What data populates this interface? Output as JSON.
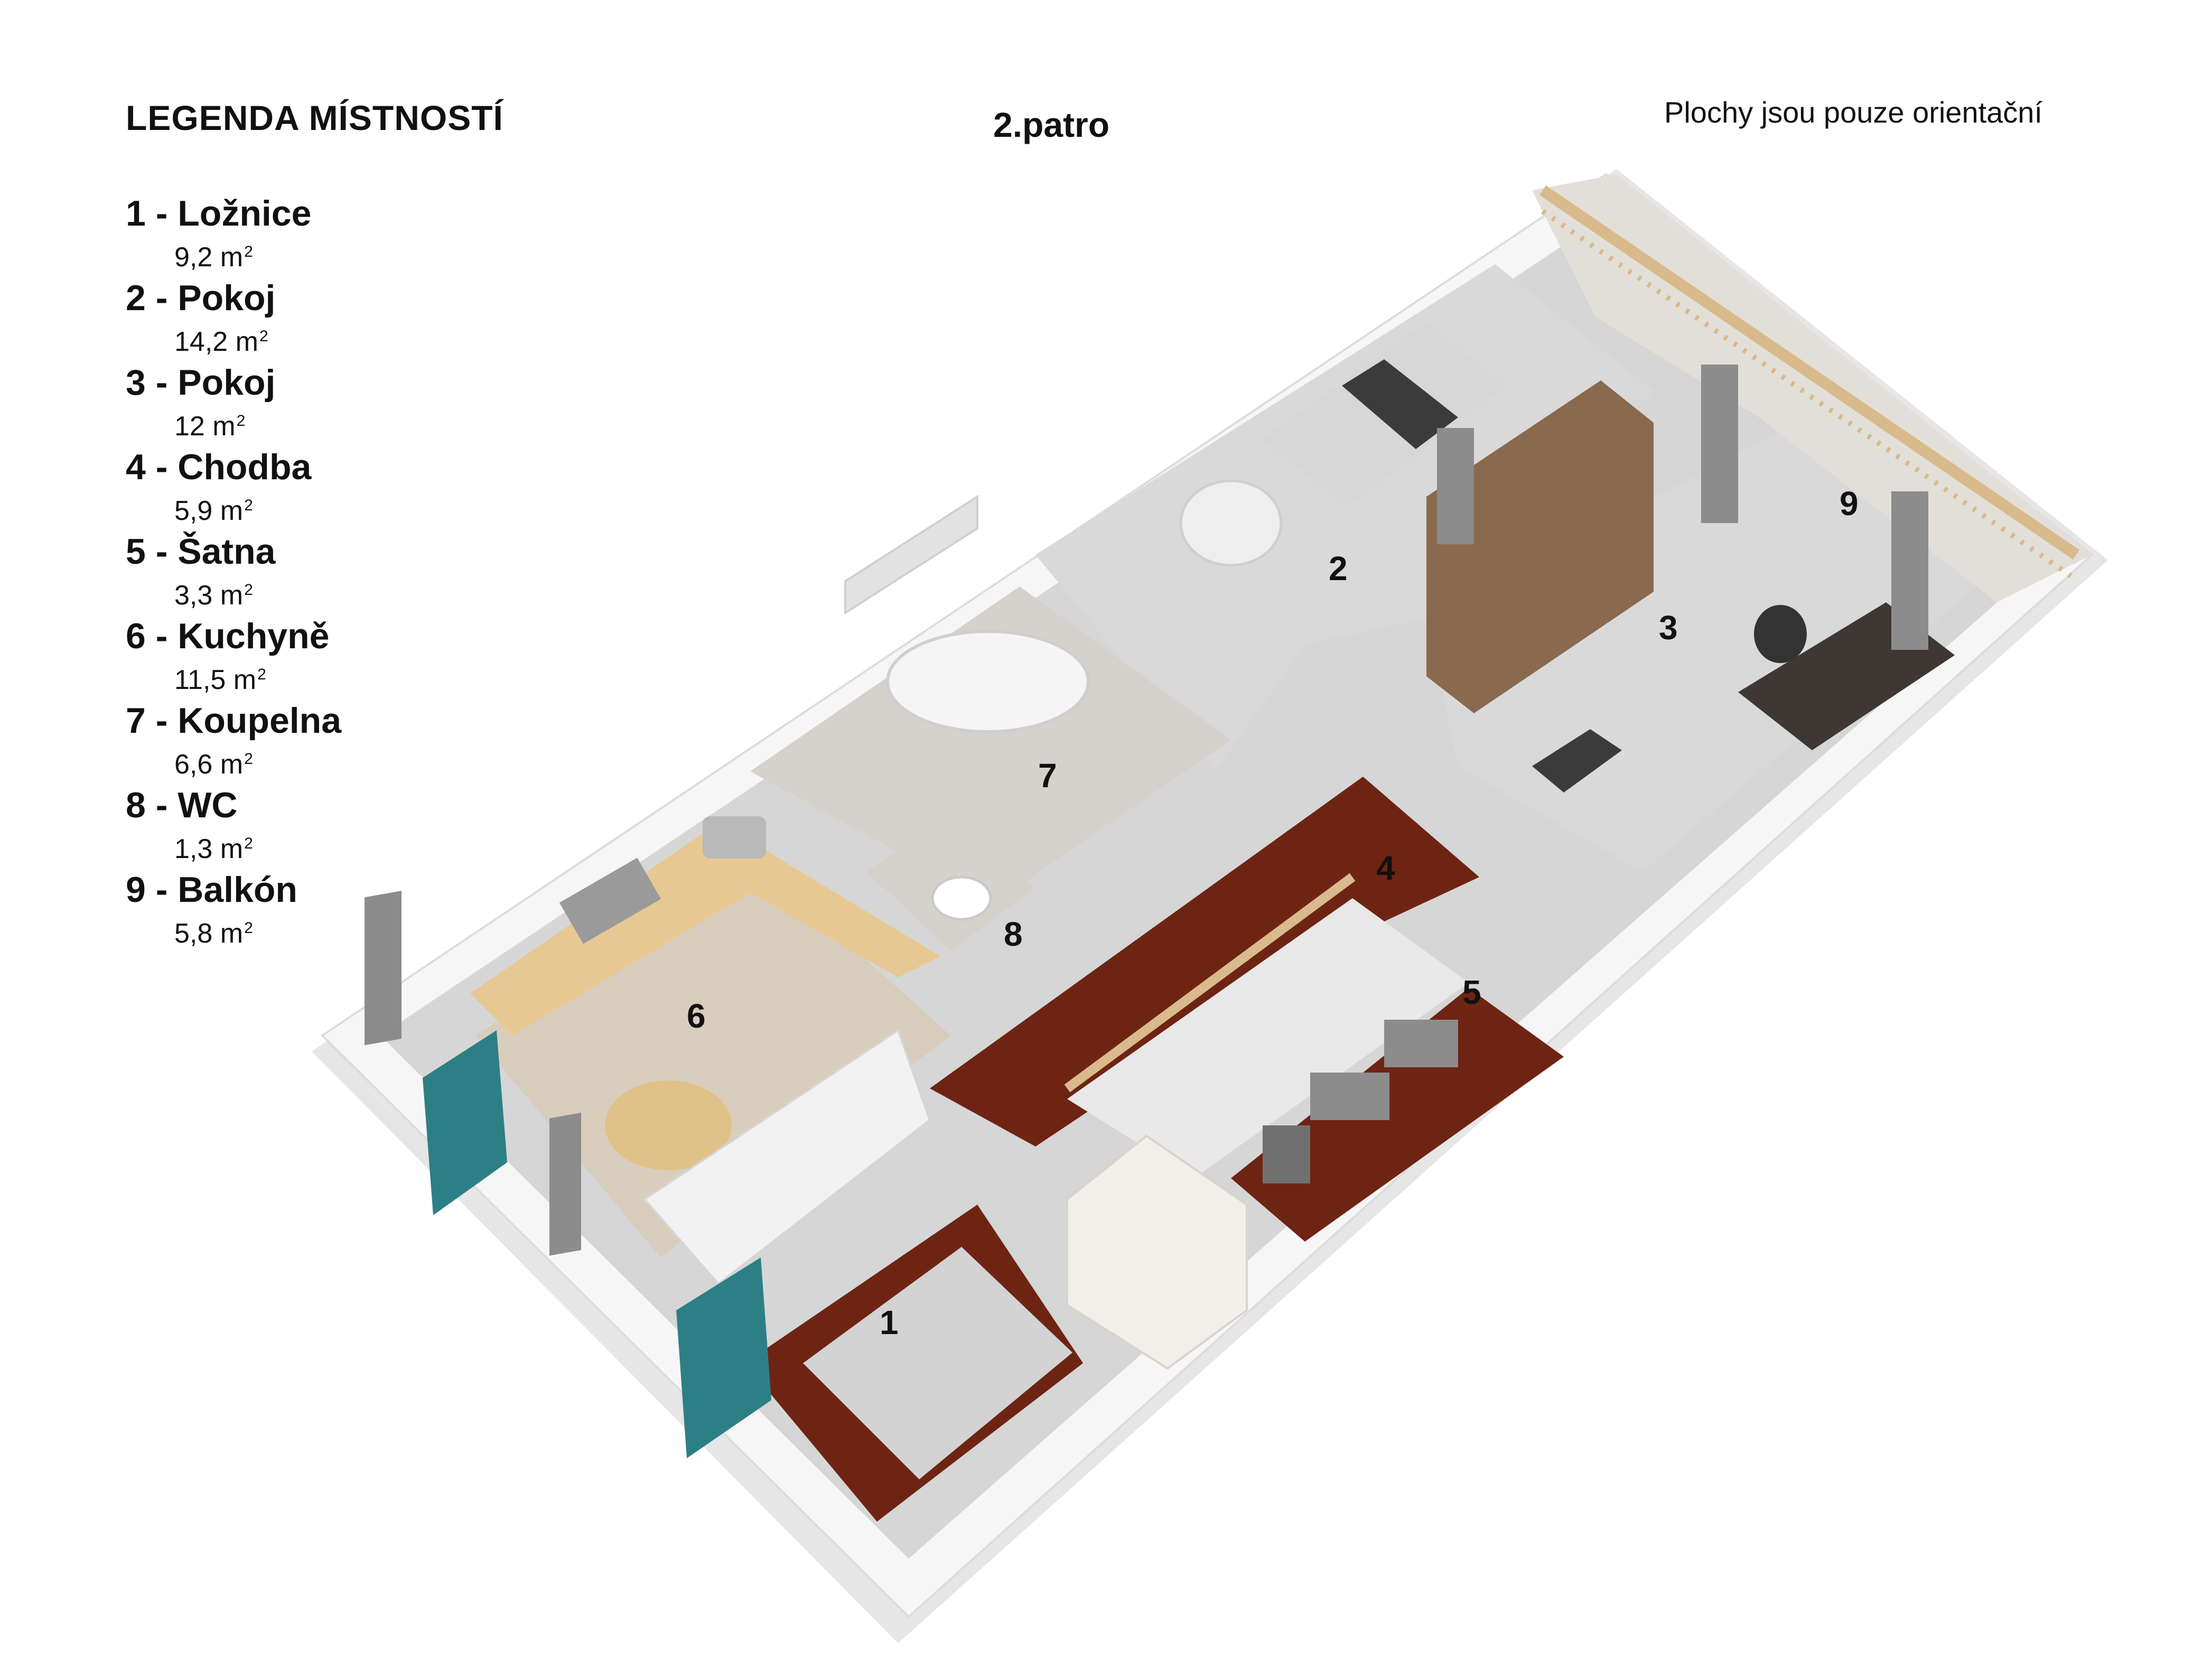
{
  "header": {
    "legend_title": "LEGENDA MÍSTNOSTÍ",
    "floor_title": "2.patro",
    "disclaimer": "Plochy jsou pouze orientační"
  },
  "legend": [
    {
      "name": "1 - Ložnice",
      "area": "9,2 m",
      "unit_sup": "2"
    },
    {
      "name": "2 - Pokoj",
      "area": "14,2 m",
      "unit_sup": "2"
    },
    {
      "name": "3 - Pokoj",
      "area": "12 m",
      "unit_sup": "2"
    },
    {
      "name": "4 - Chodba",
      "area": "5,9 m",
      "unit_sup": "2"
    },
    {
      "name": "5 - Šatna",
      "area": "3,3 m",
      "unit_sup": "2"
    },
    {
      "name": "6 - Kuchyně",
      "area": "11,5 m",
      "unit_sup": "2"
    },
    {
      "name": "7 - Koupelna",
      "area": "6,6 m",
      "unit_sup": "2"
    },
    {
      "name": "8 - WC",
      "area": "1,3 m",
      "unit_sup": "2"
    },
    {
      "name": "9 - Balkón",
      "area": "5,8 m",
      "unit_sup": "2"
    }
  ],
  "rooms": {
    "r1": "1",
    "r2": "2",
    "r3": "3",
    "r4": "4",
    "r5": "5",
    "r6": "6",
    "r7": "7",
    "r8": "8",
    "r9": "9"
  },
  "colors": {
    "wall": "#f4f4f4",
    "wall_shade": "#d9d9d9",
    "carpet": "#d9d9d9",
    "wood_floor": "#6e2413",
    "tile_floor": "#d8cdbd",
    "bath_tile": "#d5d2cc",
    "wardrobe": "#8a6a4e",
    "counter": "#e7c893",
    "railing": "#d9ba8c",
    "curtain": "#8c8c8c",
    "glass": "#2d7f86",
    "bed_blanket": "#3b3b3b",
    "desk": "#3e3733"
  }
}
